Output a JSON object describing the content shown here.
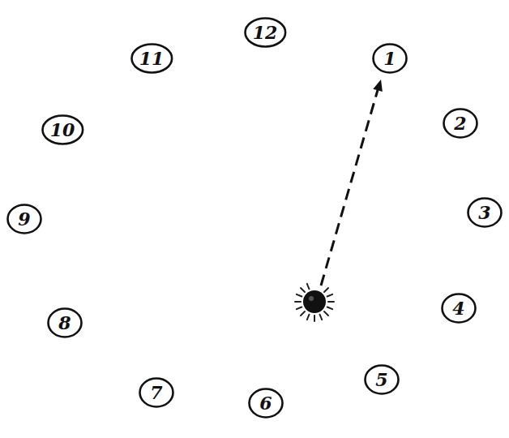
{
  "diagram": {
    "nodes": [
      {
        "text": [
          "12"
        ]
      },
      {
        "text": [
          "11"
        ]
      },
      {
        "text": [
          "1"
        ]
      },
      {
        "text": [
          "10"
        ]
      },
      {
        "text": [
          "2"
        ]
      },
      {
        "text": [
          "9"
        ]
      },
      {
        "text": [
          "3"
        ]
      },
      {
        "text": [
          "8"
        ]
      },
      {
        "text": [
          "4"
        ]
      },
      {
        "text": [
          "7"
        ]
      },
      {
        "text": [
          "5"
        ]
      },
      {
        "text": [
          "6"
        ]
      }
    ]
  }
}
